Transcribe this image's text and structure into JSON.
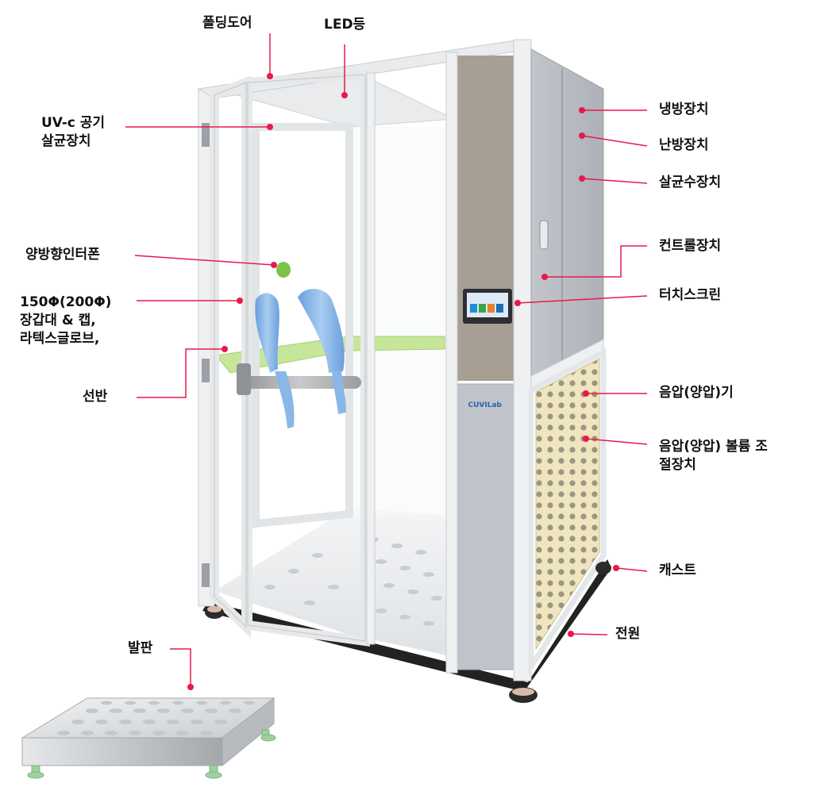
{
  "labels": {
    "folding_door": "폴딩도어",
    "led_light": "LED등",
    "uvc_sterilizer_line1": "UV-c 공기",
    "uvc_sterilizer_line2": "살균장치",
    "intercom": "양방향인터폰",
    "sleeve_line1": "150Φ(200Φ)",
    "sleeve_line2": "장갑대 & 캡,",
    "sleeve_line3": "라텍스글로브,",
    "shelf": "선반",
    "cooling": "냉방장치",
    "heating": "난방장치",
    "sterile_water": "살균수장치",
    "control": "컨트롤장치",
    "touchscreen": "터치스크린",
    "pressure": "음압(양압)기",
    "volume_line1": "음압(양압) 볼륨 조",
    "volume_line2": "절장치",
    "caster": "캐스트",
    "power": "전원",
    "footplate": "발판"
  },
  "brand": {
    "logo_text": "CUVILab"
  },
  "colors": {
    "callout": "#e8194a",
    "frame": "#e4e7ea",
    "panel": "#b9bcc3",
    "perforated": "#eee4bd",
    "shelf": "#c6e69a",
    "glove": "#7fb0e6",
    "intercom": "#7fc24a"
  }
}
